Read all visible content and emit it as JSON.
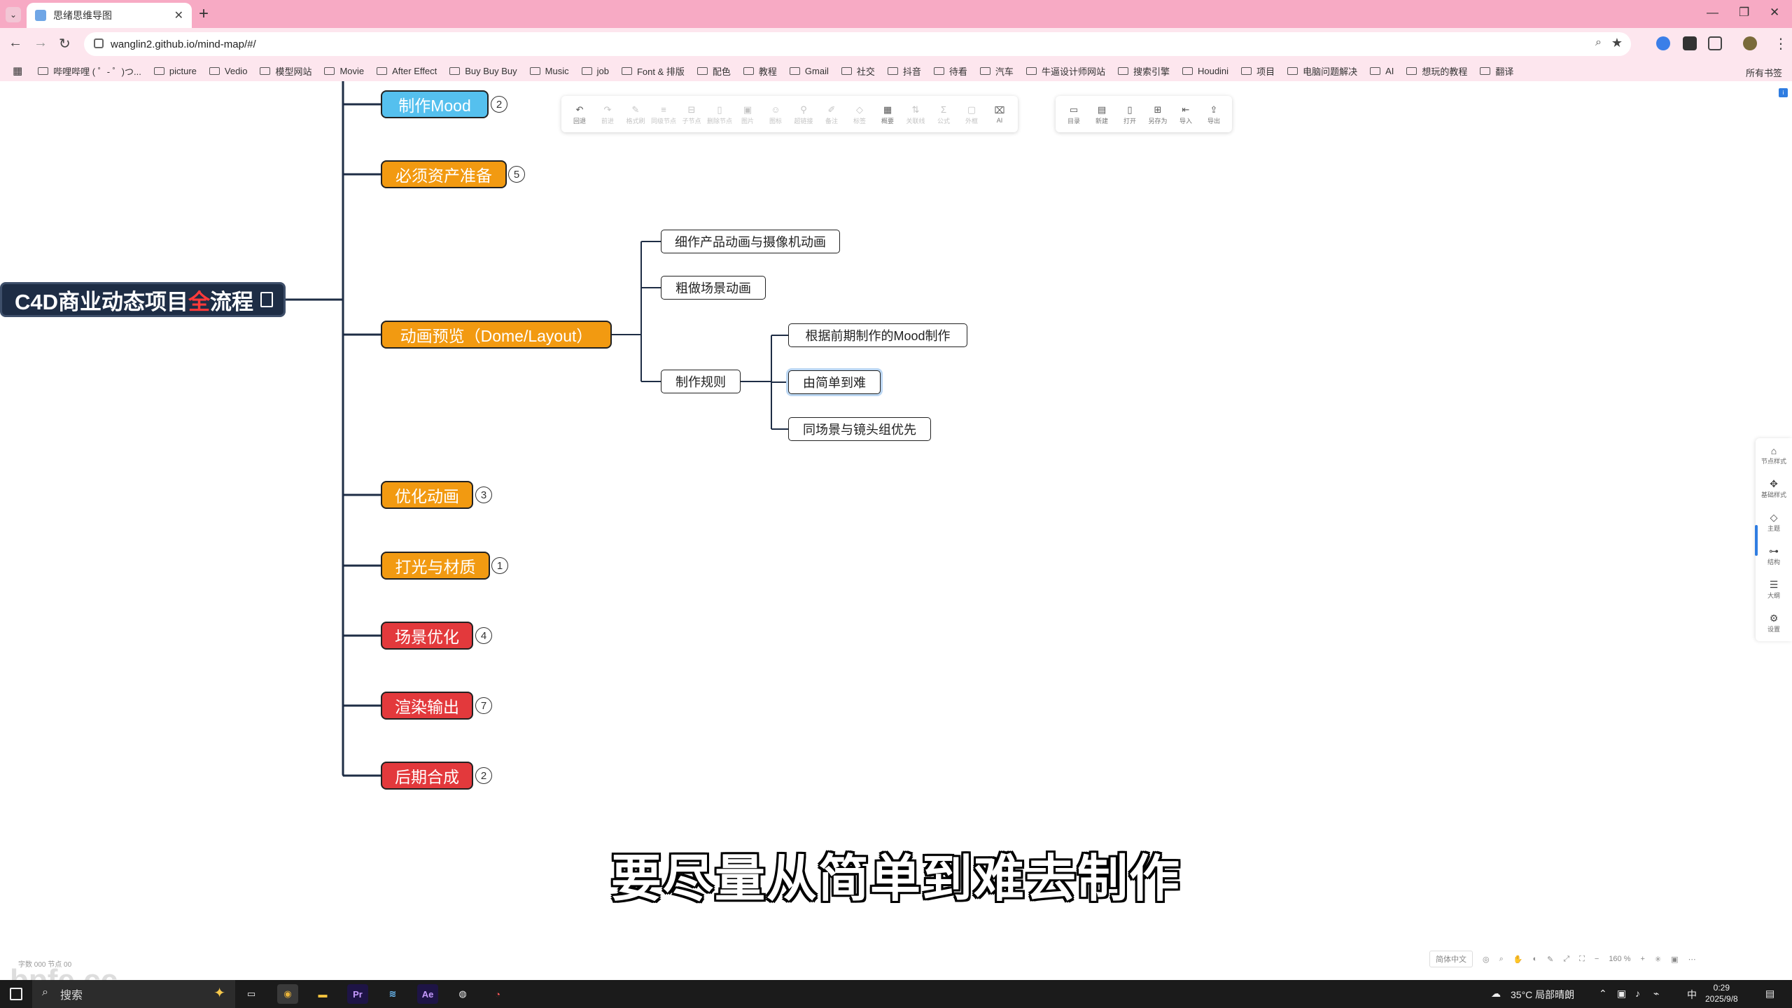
{
  "browser": {
    "tab_title": "思绪思维导图",
    "url": "wanglin2.github.io/mind-map/#/",
    "bookmarks": [
      "哔哩哔哩 ( ゜- ゜)つ...",
      "picture",
      "Vedio",
      "模型网站",
      "Movie",
      "After Effect",
      "Buy Buy Buy",
      "Music",
      "job",
      "Font & 排版",
      "配色",
      "教程",
      "Gmail",
      "社交",
      "抖音",
      "待看",
      "汽车",
      "牛逼设计师网站",
      "搜索引擎",
      "Houdini",
      "项目",
      "电脑问题解决",
      "AI",
      "想玩的教程",
      "翻译"
    ],
    "bookmarks_right": "所有书签"
  },
  "toolbar": {
    "edit": [
      {
        "label": "回退",
        "glyph": "↶",
        "dim": false
      },
      {
        "label": "前进",
        "glyph": "↷",
        "dim": true
      },
      {
        "label": "格式刷",
        "glyph": "✎",
        "dim": true
      },
      {
        "label": "同级节点",
        "glyph": "≡",
        "dim": true
      },
      {
        "label": "子节点",
        "glyph": "⊟",
        "dim": true
      },
      {
        "label": "删除节点",
        "glyph": "▯",
        "dim": true
      },
      {
        "label": "图片",
        "glyph": "▣",
        "dim": true
      },
      {
        "label": "图标",
        "glyph": "☺",
        "dim": true
      },
      {
        "label": "超链接",
        "glyph": "⚲",
        "dim": true
      },
      {
        "label": "备注",
        "glyph": "✐",
        "dim": true
      },
      {
        "label": "标签",
        "glyph": "◇",
        "dim": true
      },
      {
        "label": "概要",
        "glyph": "▦",
        "dim": false
      },
      {
        "label": "关联线",
        "glyph": "⇅",
        "dim": true
      },
      {
        "label": "公式",
        "glyph": "Σ",
        "dim": true
      },
      {
        "label": "外框",
        "glyph": "▢",
        "dim": true
      },
      {
        "label": "AI",
        "glyph": "⌧",
        "dim": false
      }
    ],
    "file": [
      {
        "label": "目录",
        "glyph": "▭"
      },
      {
        "label": "新建",
        "glyph": "▤"
      },
      {
        "label": "打开",
        "glyph": "▯"
      },
      {
        "label": "另存为",
        "glyph": "⊞"
      },
      {
        "label": "导入",
        "glyph": "⇤"
      },
      {
        "label": "导出",
        "glyph": "⇪"
      }
    ]
  },
  "mindmap": {
    "root": {
      "before": "C4D商业动态项目",
      "highlight": "全",
      "after": "流程"
    },
    "level1": [
      {
        "label": "制作Mood",
        "count": "2"
      },
      {
        "label": "必须资产准备",
        "count": "5"
      },
      {
        "label": "动画预览（Dome/Layout）",
        "count": ""
      },
      {
        "label": "优化动画",
        "count": "3"
      },
      {
        "label": "打光与材质",
        "count": "1"
      },
      {
        "label": "场景优化",
        "count": "4"
      },
      {
        "label": "渲染输出",
        "count": "7"
      },
      {
        "label": "后期合成",
        "count": "2"
      }
    ],
    "level2": [
      "细作产品动画与摄像机动画",
      "粗做场景动画",
      "制作规则"
    ],
    "level3": [
      "根据前期制作的Mood制作",
      "由简单到难",
      "同场景与镜头组优先"
    ]
  },
  "right_panel": [
    "节点样式",
    "基础样式",
    "主题",
    "结构",
    "大纲",
    "设置"
  ],
  "status": {
    "left": "字数 000  节点 00",
    "lang": "简体中文",
    "zoom": "160 %"
  },
  "subtitle": "要尽量从简单到难去制作",
  "watermark": "bpfe.cc",
  "taskbar": {
    "search": "搜索",
    "weather": "35°C 局部晴朗",
    "ime": "中",
    "time": "0:29",
    "date": "2025/9/8"
  },
  "colors": {
    "orange": "#f29a11",
    "red": "#e3393c",
    "blue": "#55c0ee",
    "root": "#1e2d45"
  }
}
